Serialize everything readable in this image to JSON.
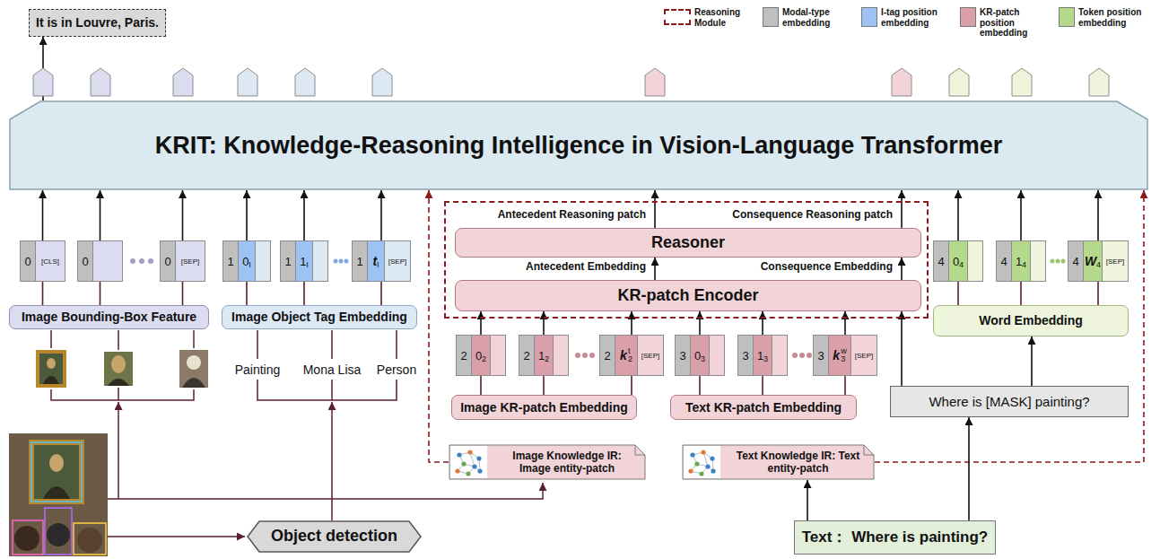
{
  "diagram": {
    "nodes": [
      {
        "text": [
          "It is in Louvre, Paris."
        ]
      },
      {
        "text": [
          "KRIT: Knowledge-Reasoning Intelligence in Vision-Language Transformer"
        ]
      },
      {
        "text": [
          "Antecedent Reasoning patch",
          "Consequence Reasoning patch",
          "Antecedent Embedding",
          "Consequence Embedding"
        ]
      },
      {
        "text": [
          "Reasoner"
        ],
        "in": 2
      },
      {
        "text": [
          "KR-patch Encoder"
        ],
        "in": 2
      },
      {
        "text": [
          "0",
          "[CLS]"
        ]
      },
      {
        "text": [
          "0"
        ]
      },
      {
        "text": [
          "0",
          "[SEP]"
        ]
      },
      {
        "text": [
          "1",
          "0",
          "I"
        ]
      },
      {
        "text": [
          "1",
          "1",
          "I"
        ]
      },
      {
        "text": [
          "1",
          "t",
          "I",
          "[SEP]"
        ]
      },
      {
        "text": [
          "2",
          "0",
          "2"
        ]
      },
      {
        "text": [
          "2",
          "1",
          "2"
        ]
      },
      {
        "text": [
          "2",
          "k",
          "t",
          "2",
          "[SEP]"
        ]
      },
      {
        "text": [
          "3",
          "0",
          "3"
        ]
      },
      {
        "text": [
          "3",
          "1",
          "3"
        ]
      },
      {
        "text": [
          "3",
          "k",
          "w",
          "3",
          "[SEP]"
        ]
      },
      {
        "text": [
          "4",
          "0",
          "4"
        ]
      },
      {
        "text": [
          "4",
          "1",
          "4"
        ]
      },
      {
        "text": [
          "4",
          "W",
          "4",
          "[SEP]"
        ]
      },
      {
        "text": [
          "Image Bounding-Box Feature"
        ]
      },
      {
        "text": [
          "Image Object Tag Embedding"
        ]
      },
      {
        "text": [
          "Image KR-patch Embedding"
        ]
      },
      {
        "text": [
          "Text KR-patch Embedding"
        ]
      },
      {
        "text": [
          "Word Embedding"
        ]
      },
      {
        "text": [
          "Where is [MASK] painting?"
        ]
      },
      {
        "text": [
          "Image Knowledge IR: Image entity-patch"
        ]
      },
      {
        "text": [
          "Text Knowledge IR: Text entity-patch"
        ]
      },
      {
        "text": [
          "Object detection"
        ]
      },
      {
        "text": [
          "Text： Where is painting?"
        ]
      }
    ],
    "edges": [
      {
        "from": 1,
        "to": 0,
        "arrow": "to"
      },
      {
        "from": 5,
        "to": 1,
        "arrow": "to"
      },
      {
        "from": 6,
        "to": 1,
        "arrow": "to"
      },
      {
        "from": 7,
        "to": 1,
        "arrow": "to"
      },
      {
        "from": 8,
        "to": 1,
        "arrow": "to"
      },
      {
        "from": 9,
        "to": 1,
        "arrow": "to"
      },
      {
        "from": 10,
        "to": 1,
        "arrow": "to"
      },
      {
        "from": 17,
        "to": 1,
        "arrow": "to"
      },
      {
        "from": 18,
        "to": 1,
        "arrow": "to"
      },
      {
        "from": 19,
        "to": 1,
        "arrow": "to"
      },
      {
        "from": 11,
        "to": 4,
        "arrow": "to"
      },
      {
        "from": 12,
        "to": 4,
        "arrow": "to"
      },
      {
        "from": 13,
        "to": 4,
        "arrow": "to"
      },
      {
        "from": 14,
        "to": 4,
        "arrow": "to"
      },
      {
        "from": 15,
        "to": 4,
        "arrow": "to"
      },
      {
        "from": 16,
        "to": 4,
        "arrow": "to"
      },
      {
        "from": 20,
        "to": 5,
        "arrow": "none"
      },
      {
        "from": 20,
        "to": 6,
        "arrow": "none"
      },
      {
        "from": 20,
        "to": 7,
        "arrow": "none"
      },
      {
        "from": 21,
        "to": 8,
        "arrow": "none"
      },
      {
        "from": 21,
        "to": 9,
        "arrow": "none"
      },
      {
        "from": 21,
        "to": 10,
        "arrow": "none"
      },
      {
        "from": 22,
        "to": 11,
        "arrow": "none"
      },
      {
        "from": 22,
        "to": 12,
        "arrow": "none"
      },
      {
        "from": 22,
        "to": 13,
        "arrow": "none"
      },
      {
        "from": 23,
        "to": 14,
        "arrow": "none"
      },
      {
        "from": 23,
        "to": 15,
        "arrow": "none"
      },
      {
        "from": 23,
        "to": 16,
        "arrow": "none"
      },
      {
        "from": 24,
        "to": 17,
        "arrow": "none"
      },
      {
        "from": 24,
        "to": 18,
        "arrow": "none"
      },
      {
        "from": 24,
        "to": 19,
        "arrow": "none"
      },
      {
        "from": 4,
        "to": 3,
        "arrow": "to"
      },
      {
        "from": 4,
        "to": 3,
        "arrow": "to"
      },
      {
        "from": 3,
        "to": 1,
        "arrow": "to"
      },
      {
        "from": 3,
        "to": 1,
        "arrow": "to"
      },
      {
        "from": 26,
        "to": 1,
        "arrow": "to"
      },
      {
        "from": 27,
        "to": 1,
        "arrow": "to"
      },
      {
        "from": 29,
        "to": 27,
        "arrow": "to"
      },
      {
        "from": 29,
        "to": 25,
        "arrow": "to"
      },
      {
        "from": 25,
        "to": 24,
        "arrow": "to"
      },
      {
        "from": 25,
        "to": 4,
        "arrow": "to"
      }
    ],
    "labels": [
      "Painting",
      "Mona Lisa",
      "Person"
    ],
    "legend": [
      {
        "text": "Reasoning Module"
      },
      {
        "text": "Modal-type embedding",
        "color": "#bfbfbf"
      },
      {
        "text": "I-tag position embedding",
        "color": "#9dc3f5"
      },
      {
        "text": "KR-patch position embedding",
        "color": "#d9a0aa"
      },
      {
        "text": "Token position embedding",
        "color": "#b5d98a"
      }
    ]
  }
}
